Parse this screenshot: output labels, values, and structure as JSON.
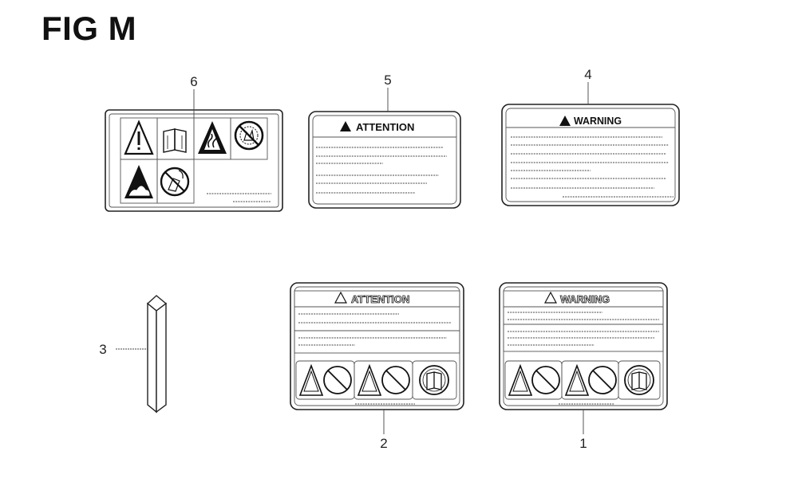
{
  "figure": {
    "title": "FIG M"
  },
  "callouts": [
    "1",
    "2",
    "3",
    "4",
    "5",
    "6"
  ],
  "labels": {
    "attention": "ATTENTION",
    "warning": "WARNING"
  }
}
